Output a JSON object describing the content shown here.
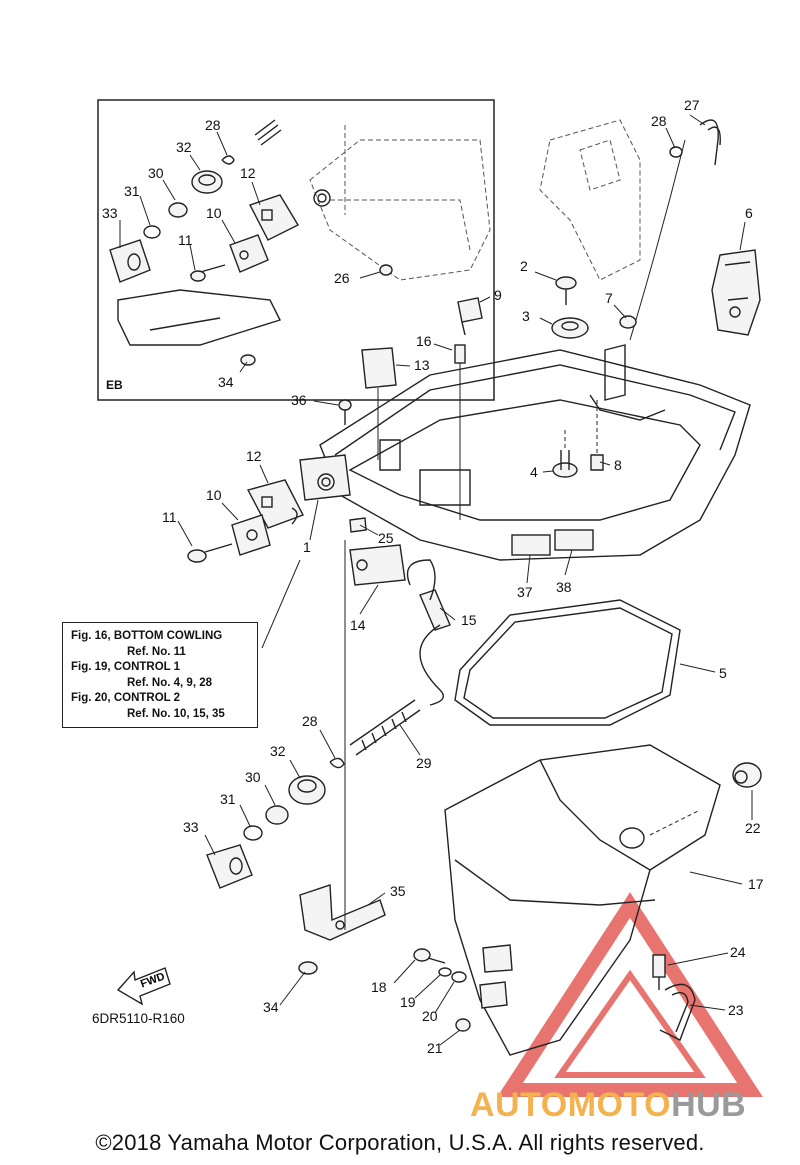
{
  "inset": {
    "tag": "EB"
  },
  "reference_box": {
    "lines": [
      {
        "text": "Fig. 16, BOTTOM COWLING",
        "indent": false
      },
      {
        "text": "Ref. No. 11",
        "indent": true
      },
      {
        "text": "Fig. 19, CONTROL 1",
        "indent": false
      },
      {
        "text": "Ref. No. 4, 9, 28",
        "indent": true
      },
      {
        "text": "Fig. 20, CONTROL 2",
        "indent": false
      },
      {
        "text": "Ref. No. 10, 15, 35",
        "indent": true
      }
    ]
  },
  "diagram_code": "6DR5110-R160",
  "fwd_label": "FWD",
  "copyright": "©2018 Yamaha Motor Corporation, U.S.A. All rights reserved.",
  "watermark": {
    "part_a": "AUTOMOTO",
    "part_b": "HUB"
  },
  "callouts": {
    "n1": "1",
    "n2": "2",
    "n3": "3",
    "n4": "4",
    "n5": "5",
    "n6": "6",
    "n7": "7",
    "n8": "8",
    "n9": "9",
    "n10": "10",
    "n11": "11",
    "n12": "12",
    "n13": "13",
    "n14": "14",
    "n15": "15",
    "n16": "16",
    "n17": "17",
    "n18": "18",
    "n19": "19",
    "n20": "20",
    "n21": "21",
    "n22": "22",
    "n23": "23",
    "n24": "24",
    "n25": "25",
    "n26": "26",
    "n27": "27",
    "n28": "28",
    "n29": "29",
    "n30": "30",
    "n31": "31",
    "n32": "32",
    "n33": "33",
    "n34": "34",
    "n35": "35",
    "n36": "36",
    "n37": "37",
    "n38": "38"
  },
  "colors": {
    "line": "#222222",
    "watermark_red": "#e0463f",
    "watermark_orange": "#f3b24e",
    "watermark_gray": "#9a9a9a"
  }
}
